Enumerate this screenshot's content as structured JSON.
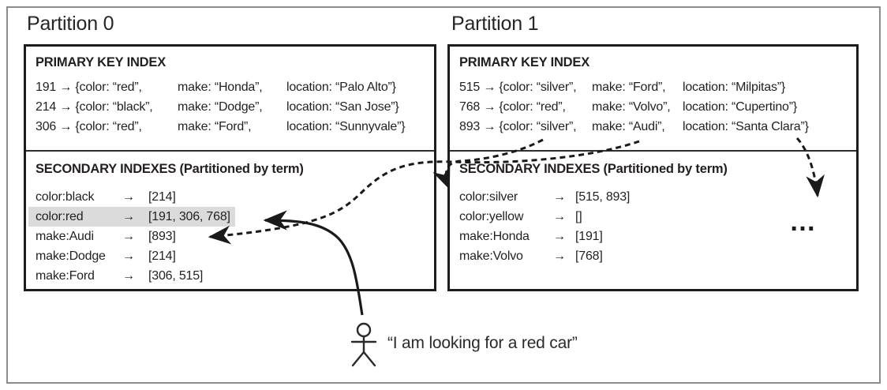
{
  "partition0": {
    "title": "Partition 0",
    "primary": {
      "header": "PRIMARY KEY INDEX",
      "rows": [
        [
          "191 → {color: “red”,",
          "make: “Honda”,",
          "location: “Palo Alto”}"
        ],
        [
          "214 → {color: “black”,",
          "make: “Dodge”,",
          "location: “San Jose”}"
        ],
        [
          "306 → {color: “red”,",
          "make: “Ford”,",
          "location: “Sunnyvale”}"
        ]
      ]
    },
    "secondary": {
      "header": "SECONDARY INDEXES (Partitioned by term)",
      "rows": [
        {
          "term": "color:black",
          "arrow": "→",
          "ids": "[214]",
          "highlight": false
        },
        {
          "term": "color:red",
          "arrow": "→",
          "ids": "[191, 306, 768]",
          "highlight": true
        },
        {
          "term": "make:Audi",
          "arrow": "→",
          "ids": "[893]",
          "highlight": false
        },
        {
          "term": "make:Dodge",
          "arrow": "→",
          "ids": "[214]",
          "highlight": false
        },
        {
          "term": "make:Ford",
          "arrow": "→",
          "ids": "[306, 515]",
          "highlight": false
        }
      ]
    }
  },
  "partition1": {
    "title": "Partition 1",
    "primary": {
      "header": "PRIMARY KEY INDEX",
      "rows": [
        [
          "515 → {color: “silver”,",
          "make: “Ford”,",
          "location: “Milpitas”}"
        ],
        [
          "768 → {color: “red”,",
          "make: “Volvo”,",
          "location: “Cupertino”}"
        ],
        [
          "893 → {color: “silver”,",
          "make: “Audi”,",
          "location: “Santa Clara”}"
        ]
      ]
    },
    "secondary": {
      "header": "SECONDARY INDEXES (Partitioned by term)",
      "rows": [
        {
          "term": "color:silver",
          "arrow": "→",
          "ids": "[515, 893]",
          "highlight": false
        },
        {
          "term": "color:yellow",
          "arrow": "→",
          "ids": "[]",
          "highlight": false
        },
        {
          "term": "make:Honda",
          "arrow": "→",
          "ids": "[191]",
          "highlight": false
        },
        {
          "term": "make:Volvo",
          "arrow": "→",
          "ids": "[768]",
          "highlight": false
        }
      ]
    }
  },
  "query": {
    "quote": "“I am looking for a red car”"
  },
  "ellipsis": "…",
  "colors": {
    "ink": "#231f20",
    "box_border": "#1c1c1c",
    "highlight": "#dbdbdb",
    "outer_border": "#8c8c8c"
  }
}
